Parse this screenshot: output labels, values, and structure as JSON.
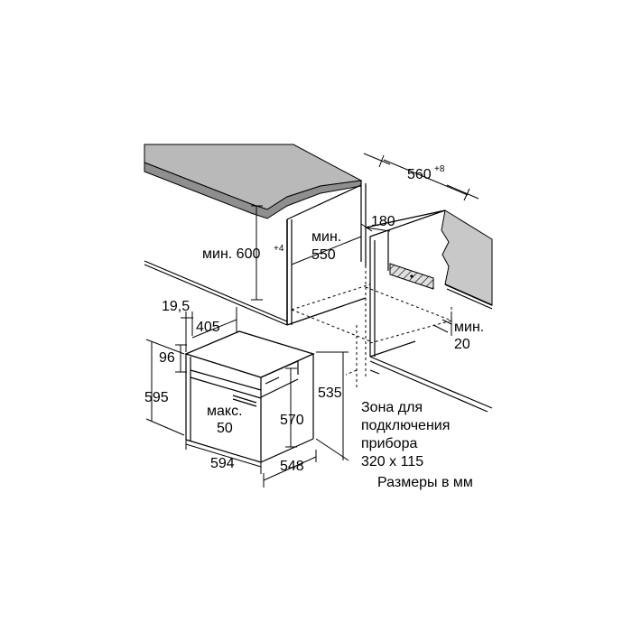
{
  "labels": {
    "width_560": "560",
    "width_560_tol": "+8",
    "height_600_prefix": "мин. 600",
    "height_600_tol": "+4",
    "min_550_a": "мин.",
    "min_550_b": "550",
    "d_180": "180",
    "min_20_a": "мин.",
    "min_20_b": "20",
    "d_19_5": "19,5",
    "d_405": "405",
    "d_96": "96",
    "d_595": "595",
    "max_50_a": "макс.",
    "max_50_b": "50",
    "d_570": "570",
    "d_535": "535",
    "d_594": "594",
    "d_548": "548",
    "zone_1": "Зона для",
    "zone_2": "подключения",
    "zone_3": "прибора",
    "zone_4": "320 x 115",
    "units": "Размеры в мм"
  },
  "colors": {
    "countertop": "#b9b9b9",
    "wall": "#c8c8c8",
    "line": "#000000",
    "background": "#ffffff"
  }
}
